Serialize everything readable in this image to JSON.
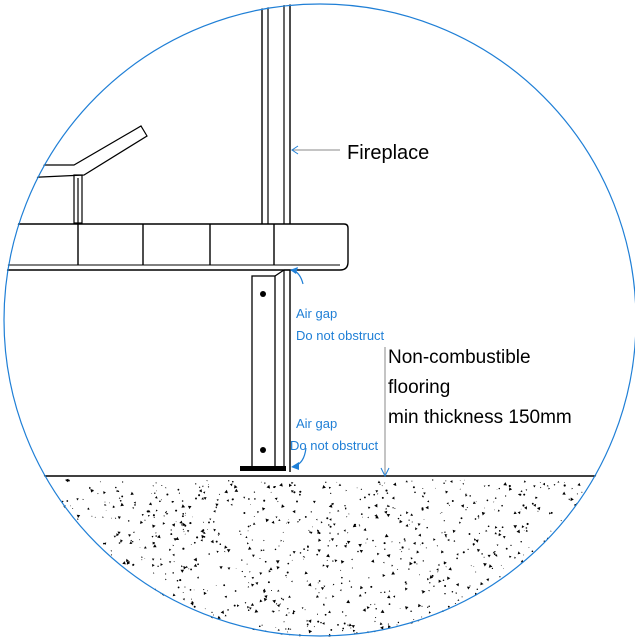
{
  "labels": {
    "fireplace": "Fireplace",
    "air_gap_top": "Air gap",
    "do_not_obstruct_top": "Do not obstruct",
    "air_gap_bottom": "Air gap",
    "do_not_obstruct_bottom": "Do not obstruct",
    "flooring_line1": "Non-combustible",
    "flooring_line2": "flooring",
    "flooring_line3": "min thickness 150mm"
  },
  "colors": {
    "line": "#000000",
    "leader_grey": "#8a8a8a",
    "annotation_blue": "#1f7fd6",
    "concrete_speckle": "#000000"
  }
}
